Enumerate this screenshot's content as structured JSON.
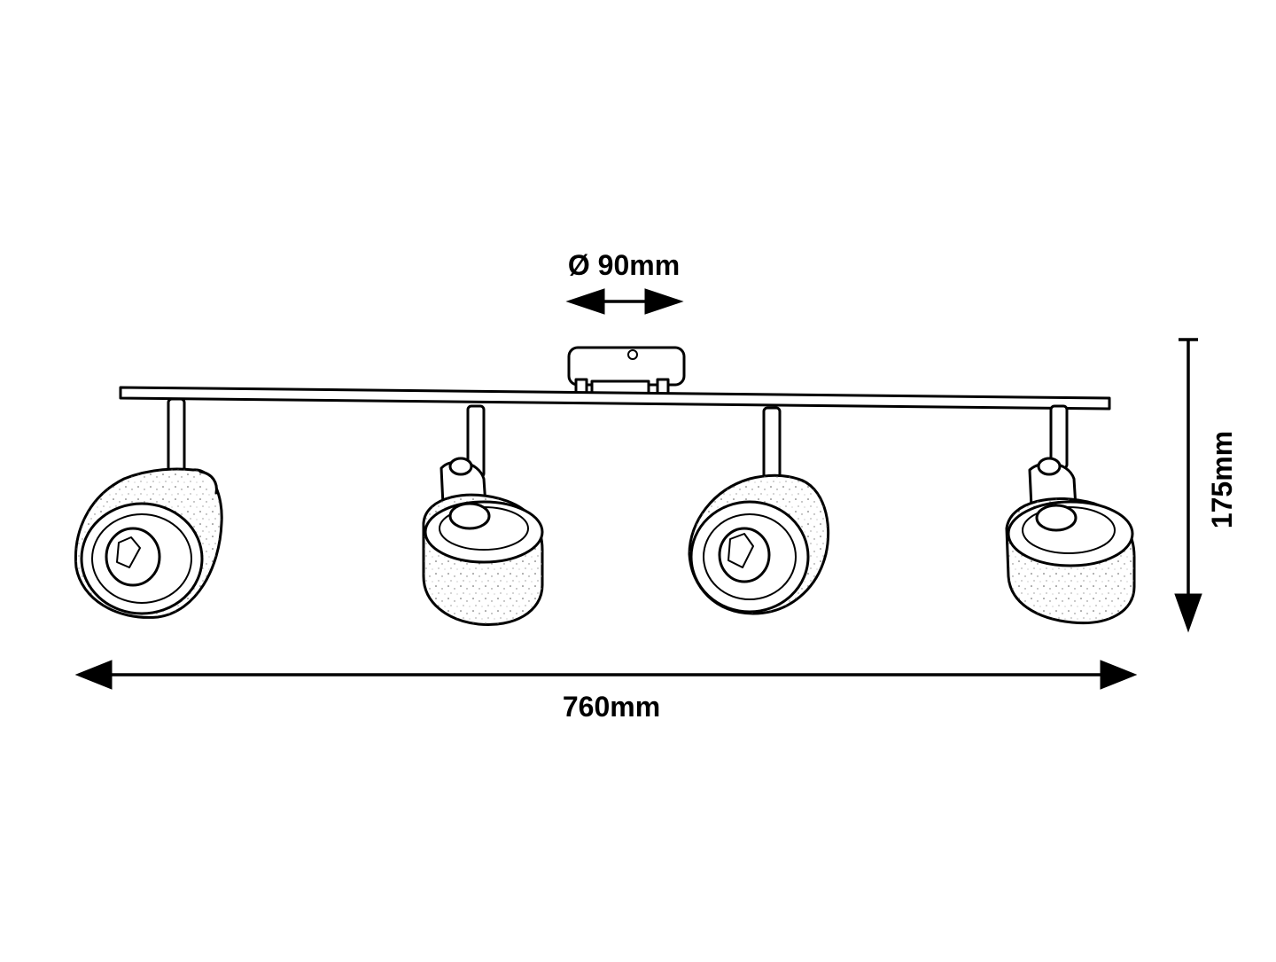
{
  "diagram": {
    "product": "4-spot ceiling track light (line drawing)",
    "dimensions": {
      "width_label": "760mm",
      "height_label": "175mm",
      "canopy_label": "Ø 90mm"
    },
    "spot_count": 4
  }
}
